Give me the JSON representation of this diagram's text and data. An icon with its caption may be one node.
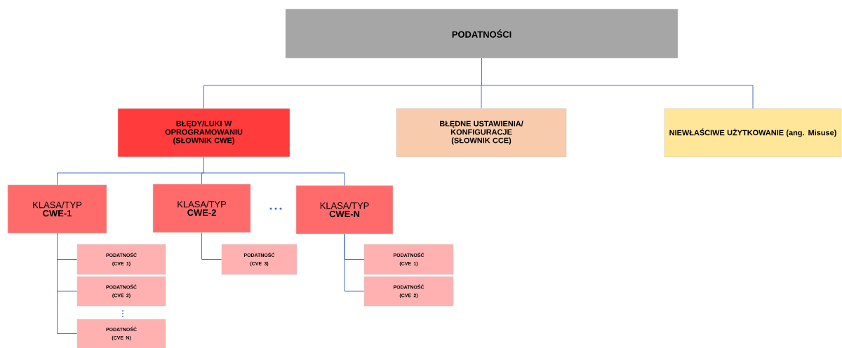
{
  "diagram": {
    "nodes": [
      {
        "text": [
          "PODATNOŚCI"
        ]
      },
      {
        "text": [
          "BŁĘDY/LUKI W OPROGRAMOWANIU (SŁOWNIK CWE)"
        ]
      },
      {
        "text": [
          "BŁĘDNE USTAWIENIA/ KONFIGURACJE (SŁOWNIK CCE)"
        ]
      },
      {
        "text": [
          "NIEWŁAŚCIWE UŻYTKOWANIE (ang. Misuse)"
        ]
      },
      {
        "text": [
          "KLASA/TYP",
          "CWE-1"
        ]
      },
      {
        "text": [
          "KLASA/TYP",
          "CWE-2"
        ]
      },
      {
        "text": [
          "KLASA/TYP",
          "CWE-N"
        ]
      },
      {
        "text": [
          "PODATNOŚĆ (CVE 1)"
        ]
      },
      {
        "text": [
          "PODATNOŚĆ (CVE 2)"
        ]
      },
      {
        "text": [
          "PODATNOŚĆ (CVE N)"
        ]
      },
      {
        "text": [
          "PODATNOŚĆ (CVE 3)"
        ]
      },
      {
        "text": [
          "PODATNOŚĆ (CVE 1)"
        ]
      },
      {
        "text": [
          "PODATNOŚĆ (CVE 2)"
        ]
      }
    ],
    "edges": [
      {
        "from": 0,
        "to": 1,
        "arrow": "none"
      },
      {
        "from": 0,
        "to": 2,
        "arrow": "none"
      },
      {
        "from": 0,
        "to": 3,
        "arrow": "none"
      },
      {
        "from": 1,
        "to": 4,
        "arrow": "none"
      },
      {
        "from": 1,
        "to": 5,
        "arrow": "none"
      },
      {
        "from": 1,
        "to": 6,
        "arrow": "none"
      },
      {
        "from": 4,
        "to": 7,
        "arrow": "none"
      },
      {
        "from": 4,
        "to": 8,
        "arrow": "none"
      },
      {
        "from": 4,
        "to": 9,
        "arrow": "none"
      },
      {
        "from": 5,
        "to": 10,
        "arrow": "none"
      },
      {
        "from": 6,
        "to": 11,
        "arrow": "none"
      },
      {
        "from": 6,
        "to": 12,
        "arrow": "none"
      }
    ]
  }
}
